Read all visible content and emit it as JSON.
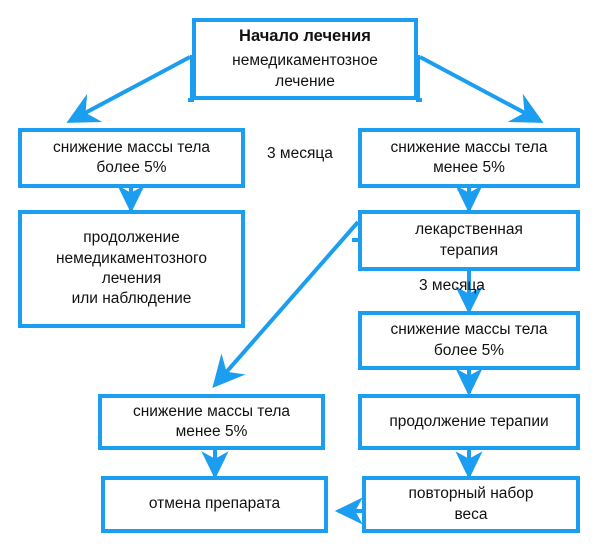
{
  "diagram": {
    "title_node": {
      "heading": "Начало лечения",
      "body": "немедикаментозное\nлечение"
    },
    "nodes": [
      {
        "id": "start",
        "text": "Начало лечения",
        "subtext": "немедикаментозное лечение"
      },
      {
        "id": "loss-more-5",
        "text": "снижение массы тела более 5%",
        "subtext": ""
      },
      {
        "id": "loss-less-5",
        "text": "снижение массы тела менее 5%",
        "subtext": ""
      },
      {
        "id": "continue-nonpharm",
        "text": "продолжение немедикаментозного лечения или наблюдение",
        "subtext": ""
      },
      {
        "id": "drug-therapy",
        "text": "лекарственная терапия",
        "subtext": ""
      },
      {
        "id": "loss-more-5-b",
        "text": "снижение массы тела более 5%",
        "subtext": ""
      },
      {
        "id": "loss-less-5-b",
        "text": "снижение массы тела менее 5%",
        "subtext": ""
      },
      {
        "id": "continue-therapy",
        "text": "продолжение терапии",
        "subtext": ""
      },
      {
        "id": "regain",
        "text": "повторный набор веса",
        "subtext": ""
      },
      {
        "id": "withdraw",
        "text": "отмена препарата",
        "subtext": ""
      }
    ],
    "box_start_line1": "Начало лечения",
    "box_start_line2": "немедикаментозное",
    "box_start_line3": "лечение",
    "box_loss_more_5_line1": "снижение массы тела",
    "box_loss_more_5_line2": "более 5%",
    "box_loss_less_5_line1": "снижение массы тела",
    "box_loss_less_5_line2": "менее 5%",
    "box_continue_nonpharm_line1": "продолжение",
    "box_continue_nonpharm_line2": "немедикаментозного",
    "box_continue_nonpharm_line3": "лечения",
    "box_continue_nonpharm_line4": "или наблюдение",
    "box_drug_therapy_line1": "лекарственная",
    "box_drug_therapy_line2": "терапия",
    "box_loss_more_5b_line1": "снижение массы тела",
    "box_loss_more_5b_line2": "более 5%",
    "box_loss_less_5b_line1": "снижение массы тела",
    "box_loss_less_5b_line2": "менее 5%",
    "box_continue_therapy_line1": "продолжение терапии",
    "box_regain_line1": "повторный набор",
    "box_regain_line2": "веса",
    "box_withdraw_line1": "отмена препарата",
    "edge_label_top": "3 месяца",
    "edge_label_mid": "3 месяца",
    "colors": {
      "line": "#1b9df0",
      "text": "#111111",
      "background": "#ffffff"
    }
  }
}
